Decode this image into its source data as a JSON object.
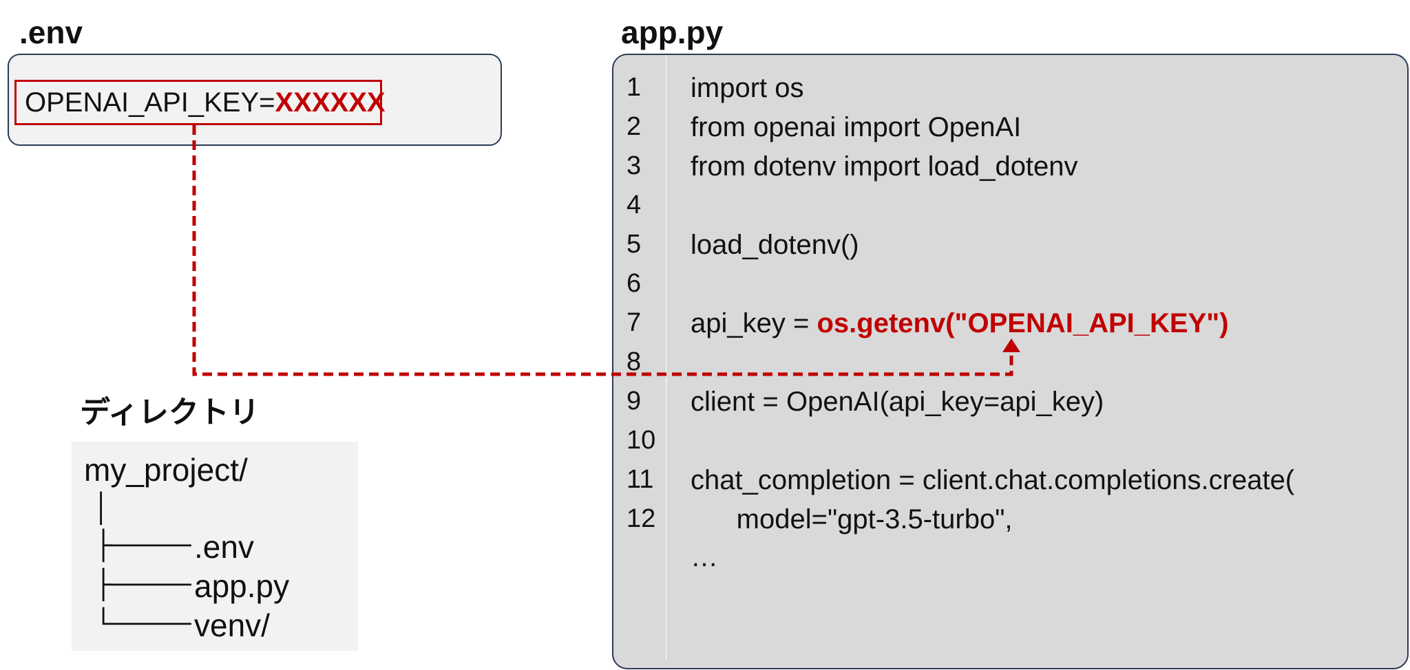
{
  "env_panel": {
    "title": ".env",
    "key_text": "OPENAI_API_KEY=",
    "value_text": "XXXXXX"
  },
  "directory_panel": {
    "title": "ディレクトリ",
    "root": "my_project/",
    "pipe": "│",
    "items": [
      {
        "branch": "├────",
        "name": ".env"
      },
      {
        "branch": "├────",
        "name": "app.py"
      },
      {
        "branch": "└────",
        "name": "venv/"
      }
    ]
  },
  "code_panel": {
    "title": "app.py",
    "line_numbers": [
      "1",
      "2",
      "3",
      "4",
      "5",
      "6",
      "7",
      "8",
      "9",
      "10",
      "11",
      "12"
    ],
    "lines": [
      {
        "text": "import os"
      },
      {
        "text": "from openai import OpenAI"
      },
      {
        "text": "from dotenv import load_dotenv"
      },
      {
        "text": ""
      },
      {
        "text": "load_dotenv()"
      },
      {
        "text": ""
      },
      {
        "text": "api_key = ",
        "highlight": "os.getenv(\"OPENAI_API_KEY\")"
      },
      {
        "text": ""
      },
      {
        "text": "client = OpenAI(api_key=api_key)"
      },
      {
        "text": ""
      },
      {
        "text": "chat_completion = client.chat.completions.create("
      },
      {
        "text": "      model=\"gpt-3.5-turbo\","
      },
      {
        "text": "…"
      }
    ]
  },
  "colors": {
    "accent_red": "#c00000",
    "panel_border": "#2b3a55",
    "env_bg": "#f2f2f2",
    "code_bg": "#d9d9d9"
  }
}
